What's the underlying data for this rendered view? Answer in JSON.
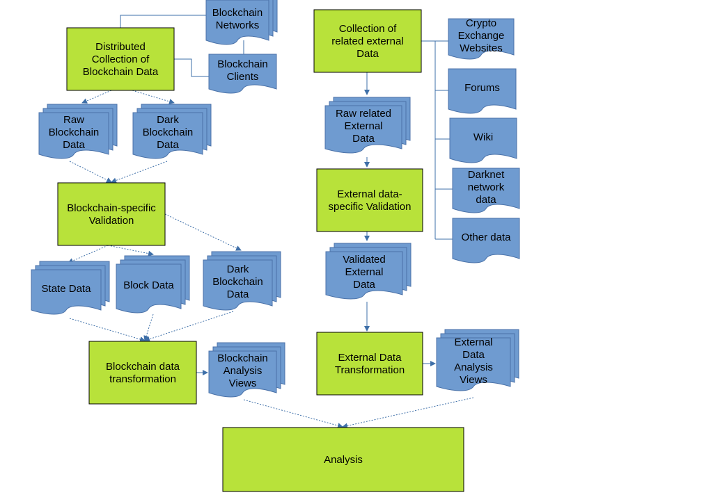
{
  "nodes": {
    "distributed": [
      "Distributed",
      "Collection of",
      "Blockchain Data"
    ],
    "bc_networks": [
      "Blockchain",
      "Networks"
    ],
    "bc_clients": [
      "Blockchain",
      "Clients"
    ],
    "raw_bc": [
      "Raw",
      "Blockchain",
      "Data"
    ],
    "dark_bc": [
      "Dark",
      "Blockchain",
      "Data"
    ],
    "bc_validation": [
      "Blockchain-specific",
      "Validation"
    ],
    "state_data": [
      "State Data"
    ],
    "block_data": [
      "Block Data"
    ],
    "dark_bc2": [
      "Dark",
      "Blockchain",
      "Data"
    ],
    "bc_transform": [
      "Blockchain data",
      "transformation"
    ],
    "bc_views": [
      "Blockchain",
      "Analysis",
      "Views"
    ],
    "collection_ext": [
      "Collection of",
      "related external",
      "Data"
    ],
    "raw_ext": [
      "Raw related",
      "External",
      "Data"
    ],
    "ext_validation": [
      "External data-",
      "specific Validation"
    ],
    "validated_ext": [
      "Validated",
      "External",
      "Data"
    ],
    "ext_transform": [
      "External Data",
      "Transformation"
    ],
    "ext_views": [
      "External",
      "Data",
      "Analysis",
      "Views"
    ],
    "crypto": [
      "Crypto",
      "Exchange",
      "Websites"
    ],
    "forums": [
      "Forums"
    ],
    "wiki": [
      "Wiki"
    ],
    "darknet": [
      "Darknet",
      "network",
      "data"
    ],
    "other": [
      "Other data"
    ],
    "analysis": [
      "Analysis"
    ]
  },
  "colors": {
    "process_fill": "#b8e23a",
    "document_fill": "#6f9bd0",
    "connector": "#3e6fa8"
  }
}
